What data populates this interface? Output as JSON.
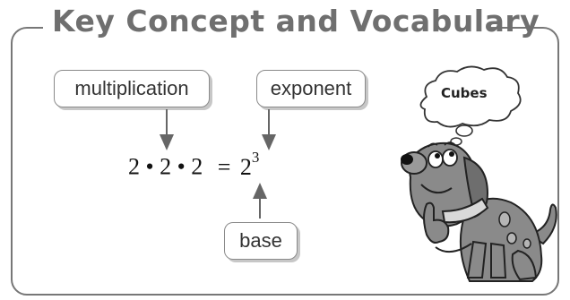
{
  "title": "Key Concept and Vocabulary",
  "labels": {
    "multiplication": "multiplication",
    "exponent": "exponent",
    "base": "base"
  },
  "equation": {
    "left": "2 • 2 • 2",
    "equals": "=",
    "base": "2",
    "power": "3"
  },
  "thought_bubble": "Cubes",
  "colors": {
    "frame": "#777777",
    "title": "#6f6f6f",
    "arrow": "#666666",
    "dog_body": "#8a8a8a"
  }
}
